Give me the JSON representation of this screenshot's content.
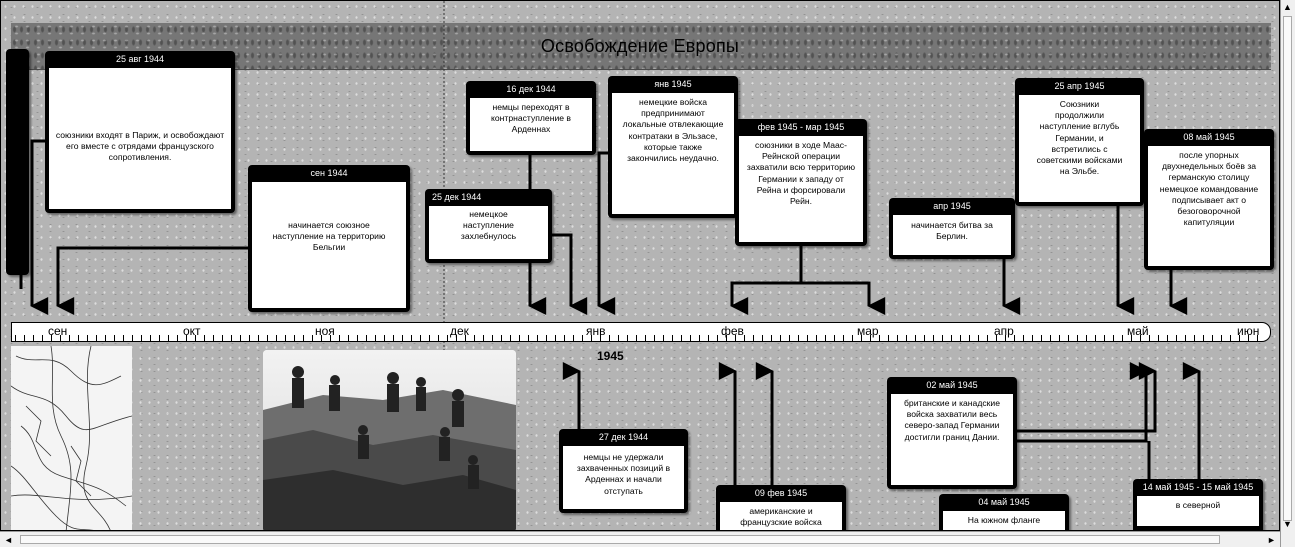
{
  "banner": {
    "title": "Освобождение Европы"
  },
  "axis": {
    "months": [
      "сен",
      "окт",
      "ноя",
      "дек",
      "янв",
      "фев",
      "мар",
      "апр",
      "май",
      "июн"
    ],
    "year": "1945"
  },
  "events_top": [
    {
      "date": "25 авг 1944",
      "text": "союзники входят в Париж, и освобождают его вместе с отрядами французского сопротивления."
    },
    {
      "date": "сен 1944",
      "text": "начинается союзное наступление на территорию Бельгии"
    },
    {
      "date": "16 дек 1944",
      "text": "немцы переходят в контрнаступление в Арденнах"
    },
    {
      "date": "25 дек 1944",
      "text": "немецкое наступление захлебнулось"
    },
    {
      "date": "янв 1945",
      "text": "немецкие войска предпринимают локальные отвлекающие контратаки в Эльзасе, которые также закончились неудачно."
    },
    {
      "date": "фев 1945 - мар 1945",
      "text": "союзники в ходе Маас-Рейнской операции захватили всю территорию Германии к западу от Рейна и форсировали Рейн."
    },
    {
      "date": "апр 1945",
      "text": "начинается битва за Берлин."
    },
    {
      "date": "25 апр 1945",
      "text": "Союзники продолжили наступление вглубь Германии, и встретились с советскими войсками на Эльбе."
    },
    {
      "date": "08 май 1945",
      "text": "после упорных двухнедельных боёв за германскую столицу немецкое командование подписывает акт о безоговорочной капитуляции"
    }
  ],
  "events_bottom": [
    {
      "date": "27 дек 1944",
      "text": "немцы не удержали захваченных позиций в Арденнах и начали отступать"
    },
    {
      "date": "09 фев 1945",
      "text": "американские и французские войска"
    },
    {
      "date": "02 май 1945",
      "text": "британские и канадские войска захватили весь северо-запад Германии достигли границ Дании."
    },
    {
      "date": "04 май 1945",
      "text": "На южном фланге"
    },
    {
      "date": "14 май 1945 - 15 май 1945",
      "text": "в северной"
    }
  ],
  "images": {
    "map": "map-image",
    "photo": "soldiers-photo"
  },
  "scrollbars": {
    "up": "▲",
    "down": "▼",
    "left": "◄",
    "right": "►"
  }
}
